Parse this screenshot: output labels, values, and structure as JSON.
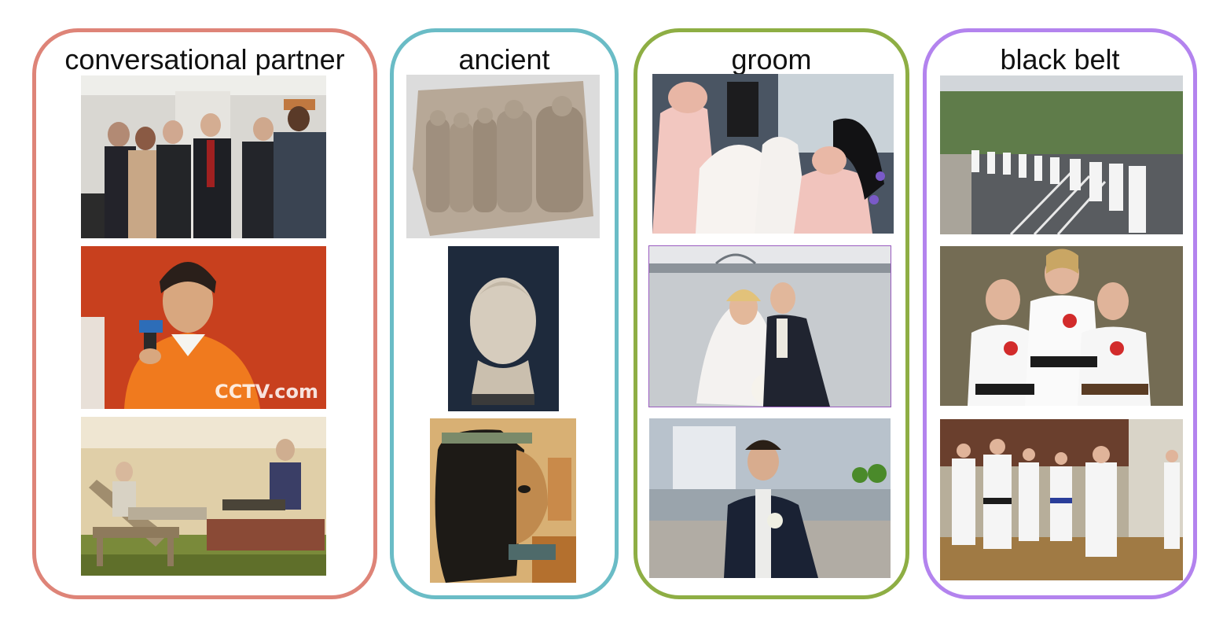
{
  "panels": [
    {
      "title": "conversational partner",
      "border_color": "#de8478",
      "photos": [
        {
          "subject": "group-of-men-in-suits-talking",
          "watermark": ""
        },
        {
          "subject": "woman-speaking-into-microphone",
          "watermark": "CCTV.com"
        },
        {
          "subject": "elderly-couple-relaxing-outdoors",
          "watermark": ""
        }
      ]
    },
    {
      "title": "ancient",
      "border_color": "#6abcc6",
      "photos": [
        {
          "subject": "stone-relief-carving"
        },
        {
          "subject": "marble-bust-head"
        },
        {
          "subject": "egyptian-painting-profile"
        }
      ]
    },
    {
      "title": "groom",
      "border_color": "#8eae44",
      "photos": [
        {
          "subject": "bridesmaids-in-pink-dresses"
        },
        {
          "subject": "bride-and-groom-by-water"
        },
        {
          "subject": "groom-in-suit-smiling"
        }
      ]
    },
    {
      "title": "black belt",
      "border_color": "#b383ee",
      "photos": [
        {
          "subject": "karate-class-outdoors-parking-lot"
        },
        {
          "subject": "three-kids-with-medals"
        },
        {
          "subject": "karate-sparring-in-dojo"
        }
      ]
    }
  ]
}
